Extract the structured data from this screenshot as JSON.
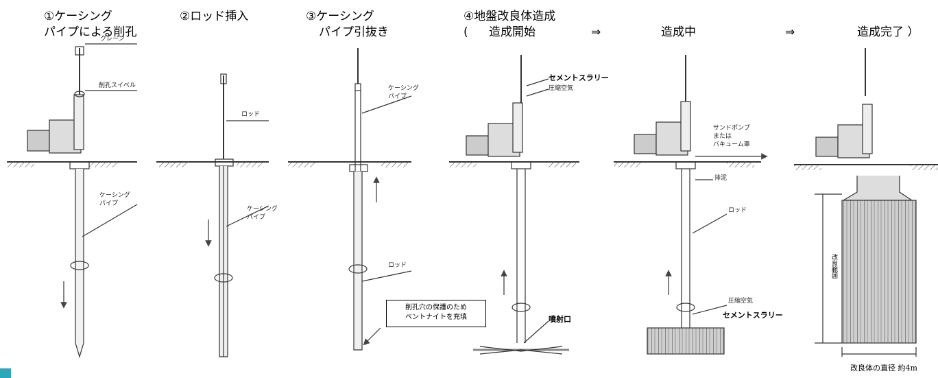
{
  "steps": {
    "s1_line1": "①ケーシング",
    "s1_line2": "パイプによる削孔",
    "s2": "②ロッド挿入",
    "s3_line1": "③ケーシング",
    "s3_line2": "パイプ引抜き",
    "s4": "④地盤改良体造成",
    "s4_open": "(",
    "s4_start": "造成開始",
    "arrow1": "⇒",
    "s4_mid": "造成中",
    "arrow2": "⇒",
    "s4_end": "造成完了 ）"
  },
  "labels": {
    "crane": "クレーン",
    "swivel": "削孔スイベル",
    "casing1": "ケーシング",
    "pipe1": "パイプ",
    "rod2": "ロッド",
    "casing2": "ケーシング",
    "pipe2": "パイプ",
    "casing3": "ケーシング",
    "pipe3": "パイプ",
    "rod3": "ロッド",
    "slurry4": "セメントスラリー",
    "air4": "圧縮空気",
    "nozzle4": "噴射口",
    "sandpump": "サンドポンプ",
    "or": "または",
    "vacuum": "バキューム車",
    "drain": "排泥",
    "rod5": "ロッド",
    "air5": "圧縮空気",
    "slurry5": "セメントスラリー",
    "range6": "改良範囲"
  },
  "callout": {
    "line1": "削孔穴の保護のため",
    "line2": "ベントナイトを充填"
  },
  "dimension": "改良体の直径 約4m",
  "colors": {
    "line": "#333333",
    "accent": "#2aa7b8"
  }
}
